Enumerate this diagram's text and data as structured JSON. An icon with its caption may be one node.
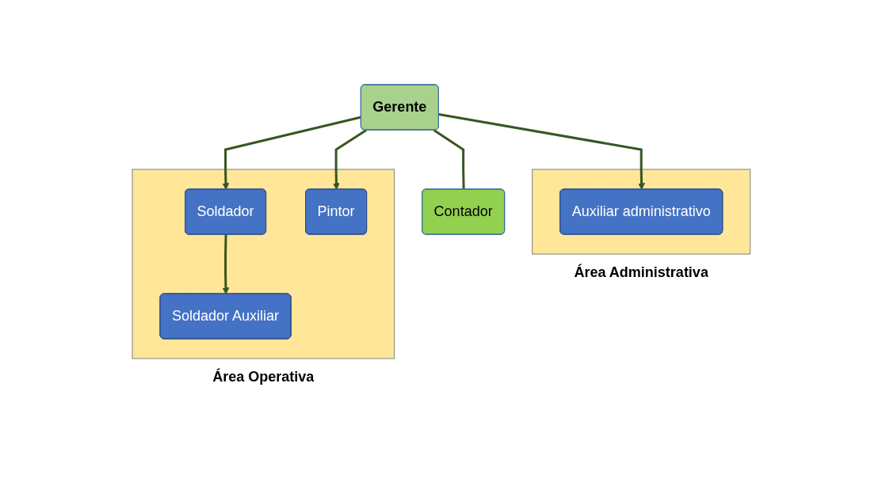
{
  "diagram": {
    "nodes": [
      {
        "text": [
          "Gerente"
        ]
      },
      {
        "text": [
          "Contador"
        ]
      },
      {
        "text": [
          "Área Administrativa"
        ]
      },
      {
        "text": [
          "Auxiliar administrativo"
        ],
        "in": 2
      },
      {
        "text": [
          "Área Operativa"
        ]
      },
      {
        "text": [
          "Soldador"
        ],
        "in": 4
      },
      {
        "text": [
          "Soldador Auxiliar"
        ],
        "in": 4
      },
      {
        "text": [
          "Pintor"
        ],
        "in": 4
      }
    ],
    "edges": [
      {
        "from": 0,
        "to": 1,
        "arrow": "none"
      },
      {
        "from": 0,
        "to": 3,
        "arrow": "to"
      },
      {
        "from": 0,
        "to": 5,
        "arrow": "to"
      },
      {
        "from": 0,
        "to": 7,
        "arrow": "to"
      },
      {
        "from": 5,
        "to": 6,
        "arrow": "to"
      }
    ]
  }
}
